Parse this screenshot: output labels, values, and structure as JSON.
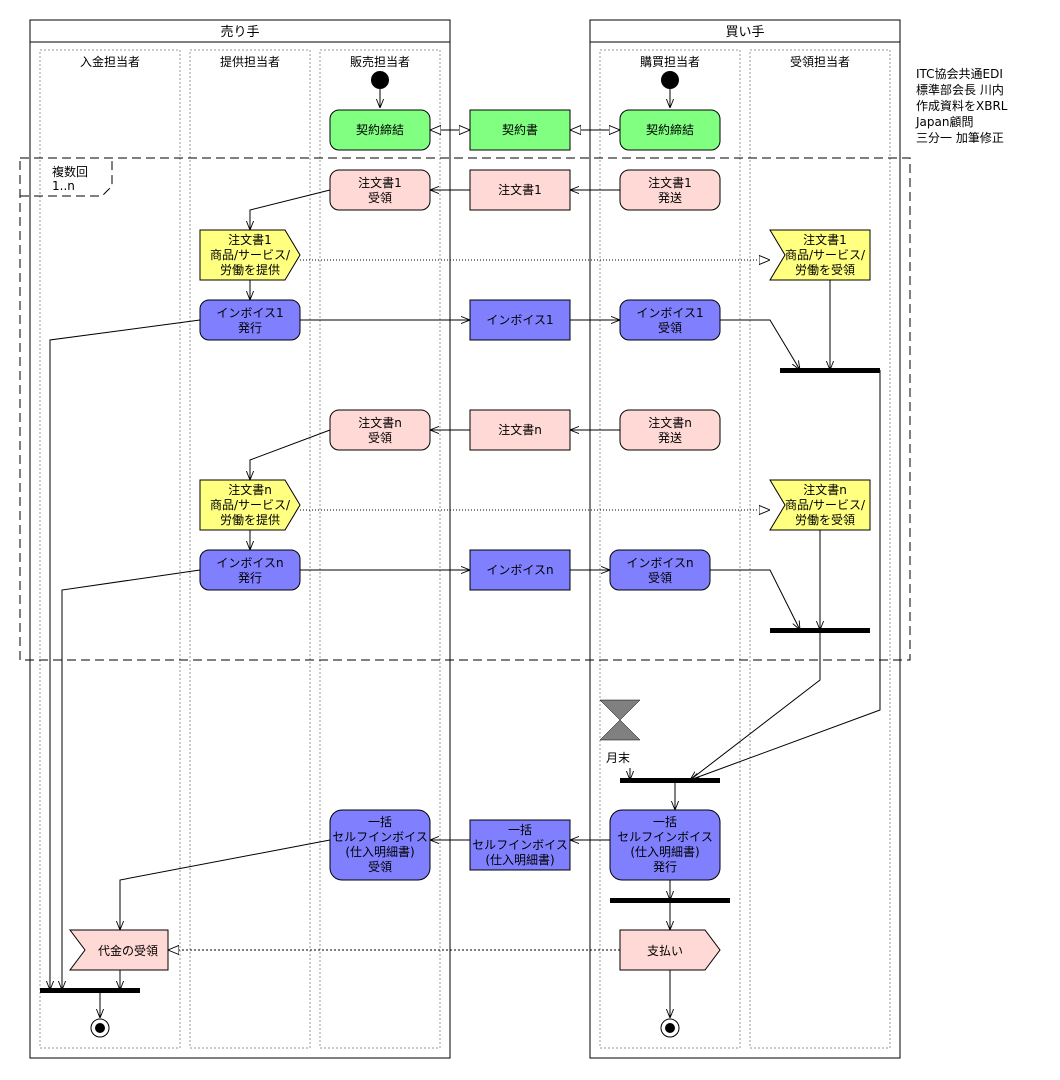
{
  "pools": {
    "seller": "売り手",
    "buyer": "買い手"
  },
  "lanes": {
    "payment": "入金担当者",
    "provider": "提供担当者",
    "sales": "販売担当者",
    "purchase": "購買担当者",
    "receiving": "受領担当者"
  },
  "note": [
    "ITC協会共通EDI",
    "標準部会長 川内",
    "作成資料をXBRL",
    "Japan顧問",
    "三分一 加筆修正"
  ],
  "loop": {
    "label": [
      "複数回",
      "1..n"
    ]
  },
  "nodes": {
    "contract_seller": [
      "契約締結"
    ],
    "contract_doc": [
      "契約書"
    ],
    "contract_buyer": [
      "契約締結"
    ],
    "order1_recv": [
      "注文書1",
      "受領"
    ],
    "order1_doc": [
      "注文書1"
    ],
    "order1_send": [
      "注文書1",
      "発送"
    ],
    "order1_provide": [
      "注文書1",
      "商品/サービス/",
      "労働を提供"
    ],
    "order1_receive": [
      "注文書1",
      "商品/サービス/",
      "労働を受領"
    ],
    "invoice1_issue": [
      "インボイス1",
      "発行"
    ],
    "invoice1_doc": [
      "インボイス1"
    ],
    "invoice1_recv": [
      "インボイス1",
      "受領"
    ],
    "ordern_recv": [
      "注文書n",
      "受領"
    ],
    "ordern_doc": [
      "注文書n"
    ],
    "ordern_send": [
      "注文書n",
      "発送"
    ],
    "ordern_provide": [
      "注文書n",
      "商品/サービス/",
      "労働を提供"
    ],
    "ordern_receive": [
      "注文書n",
      "商品/サービス/",
      "労働を受領"
    ],
    "invoicen_issue": [
      "インボイスn",
      "発行"
    ],
    "invoicen_doc": [
      "インボイスn"
    ],
    "invoicen_recv": [
      "インボイスn",
      "受領"
    ],
    "month_end": [
      "月末"
    ],
    "self_invoice_issue": [
      "一括",
      "セルフインボイス",
      "(仕入明細書)",
      "発行"
    ],
    "self_invoice_doc": [
      "一括",
      "セルフインボイス",
      "(仕入明細書)"
    ],
    "self_invoice_recv": [
      "一括",
      "セルフインボイス",
      "(仕入明細書)",
      "受領"
    ],
    "payment_receipt": [
      "代金の受領"
    ],
    "payment": [
      "支払い"
    ]
  },
  "colors": {
    "green": "#80ff80",
    "pink": "#ffd9d5",
    "blue": "#8080ff",
    "yellow": "#ffff80",
    "hourglass": "#808080"
  }
}
